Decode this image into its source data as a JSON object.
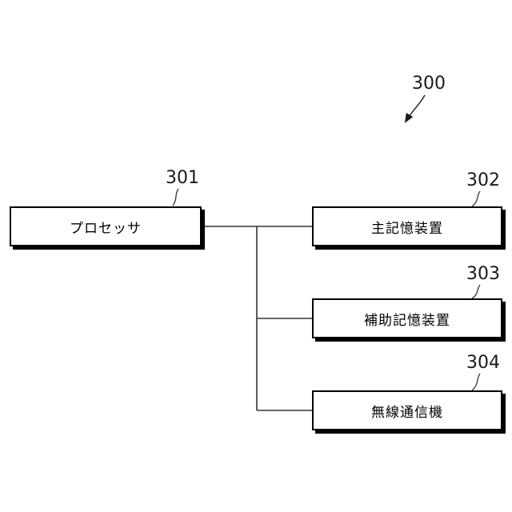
{
  "figure": {
    "reference": "300",
    "boxes": [
      {
        "ref": "301",
        "label": "プロセッサ"
      },
      {
        "ref": "302",
        "label": "主記憶装置"
      },
      {
        "ref": "303",
        "label": "補助記憶装置"
      },
      {
        "ref": "304",
        "label": "無線通信機"
      }
    ],
    "colors": {
      "line": "#333333",
      "border": "#000000",
      "background": "#ffffff"
    }
  }
}
